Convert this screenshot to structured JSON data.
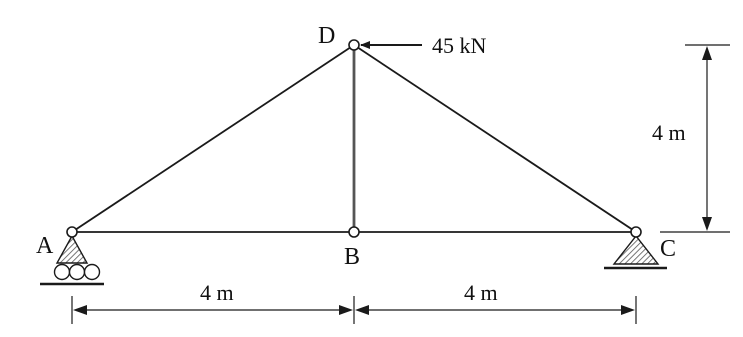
{
  "nodes": {
    "A": "A",
    "B": "B",
    "C": "C",
    "D": "D"
  },
  "load": {
    "label": "45 kN"
  },
  "dimensions": {
    "height": "4 m",
    "span_left": "4 m",
    "span_right": "4 m"
  },
  "colors": {
    "line": "#1a1a1a",
    "support_fill": "#9a9a9a"
  }
}
